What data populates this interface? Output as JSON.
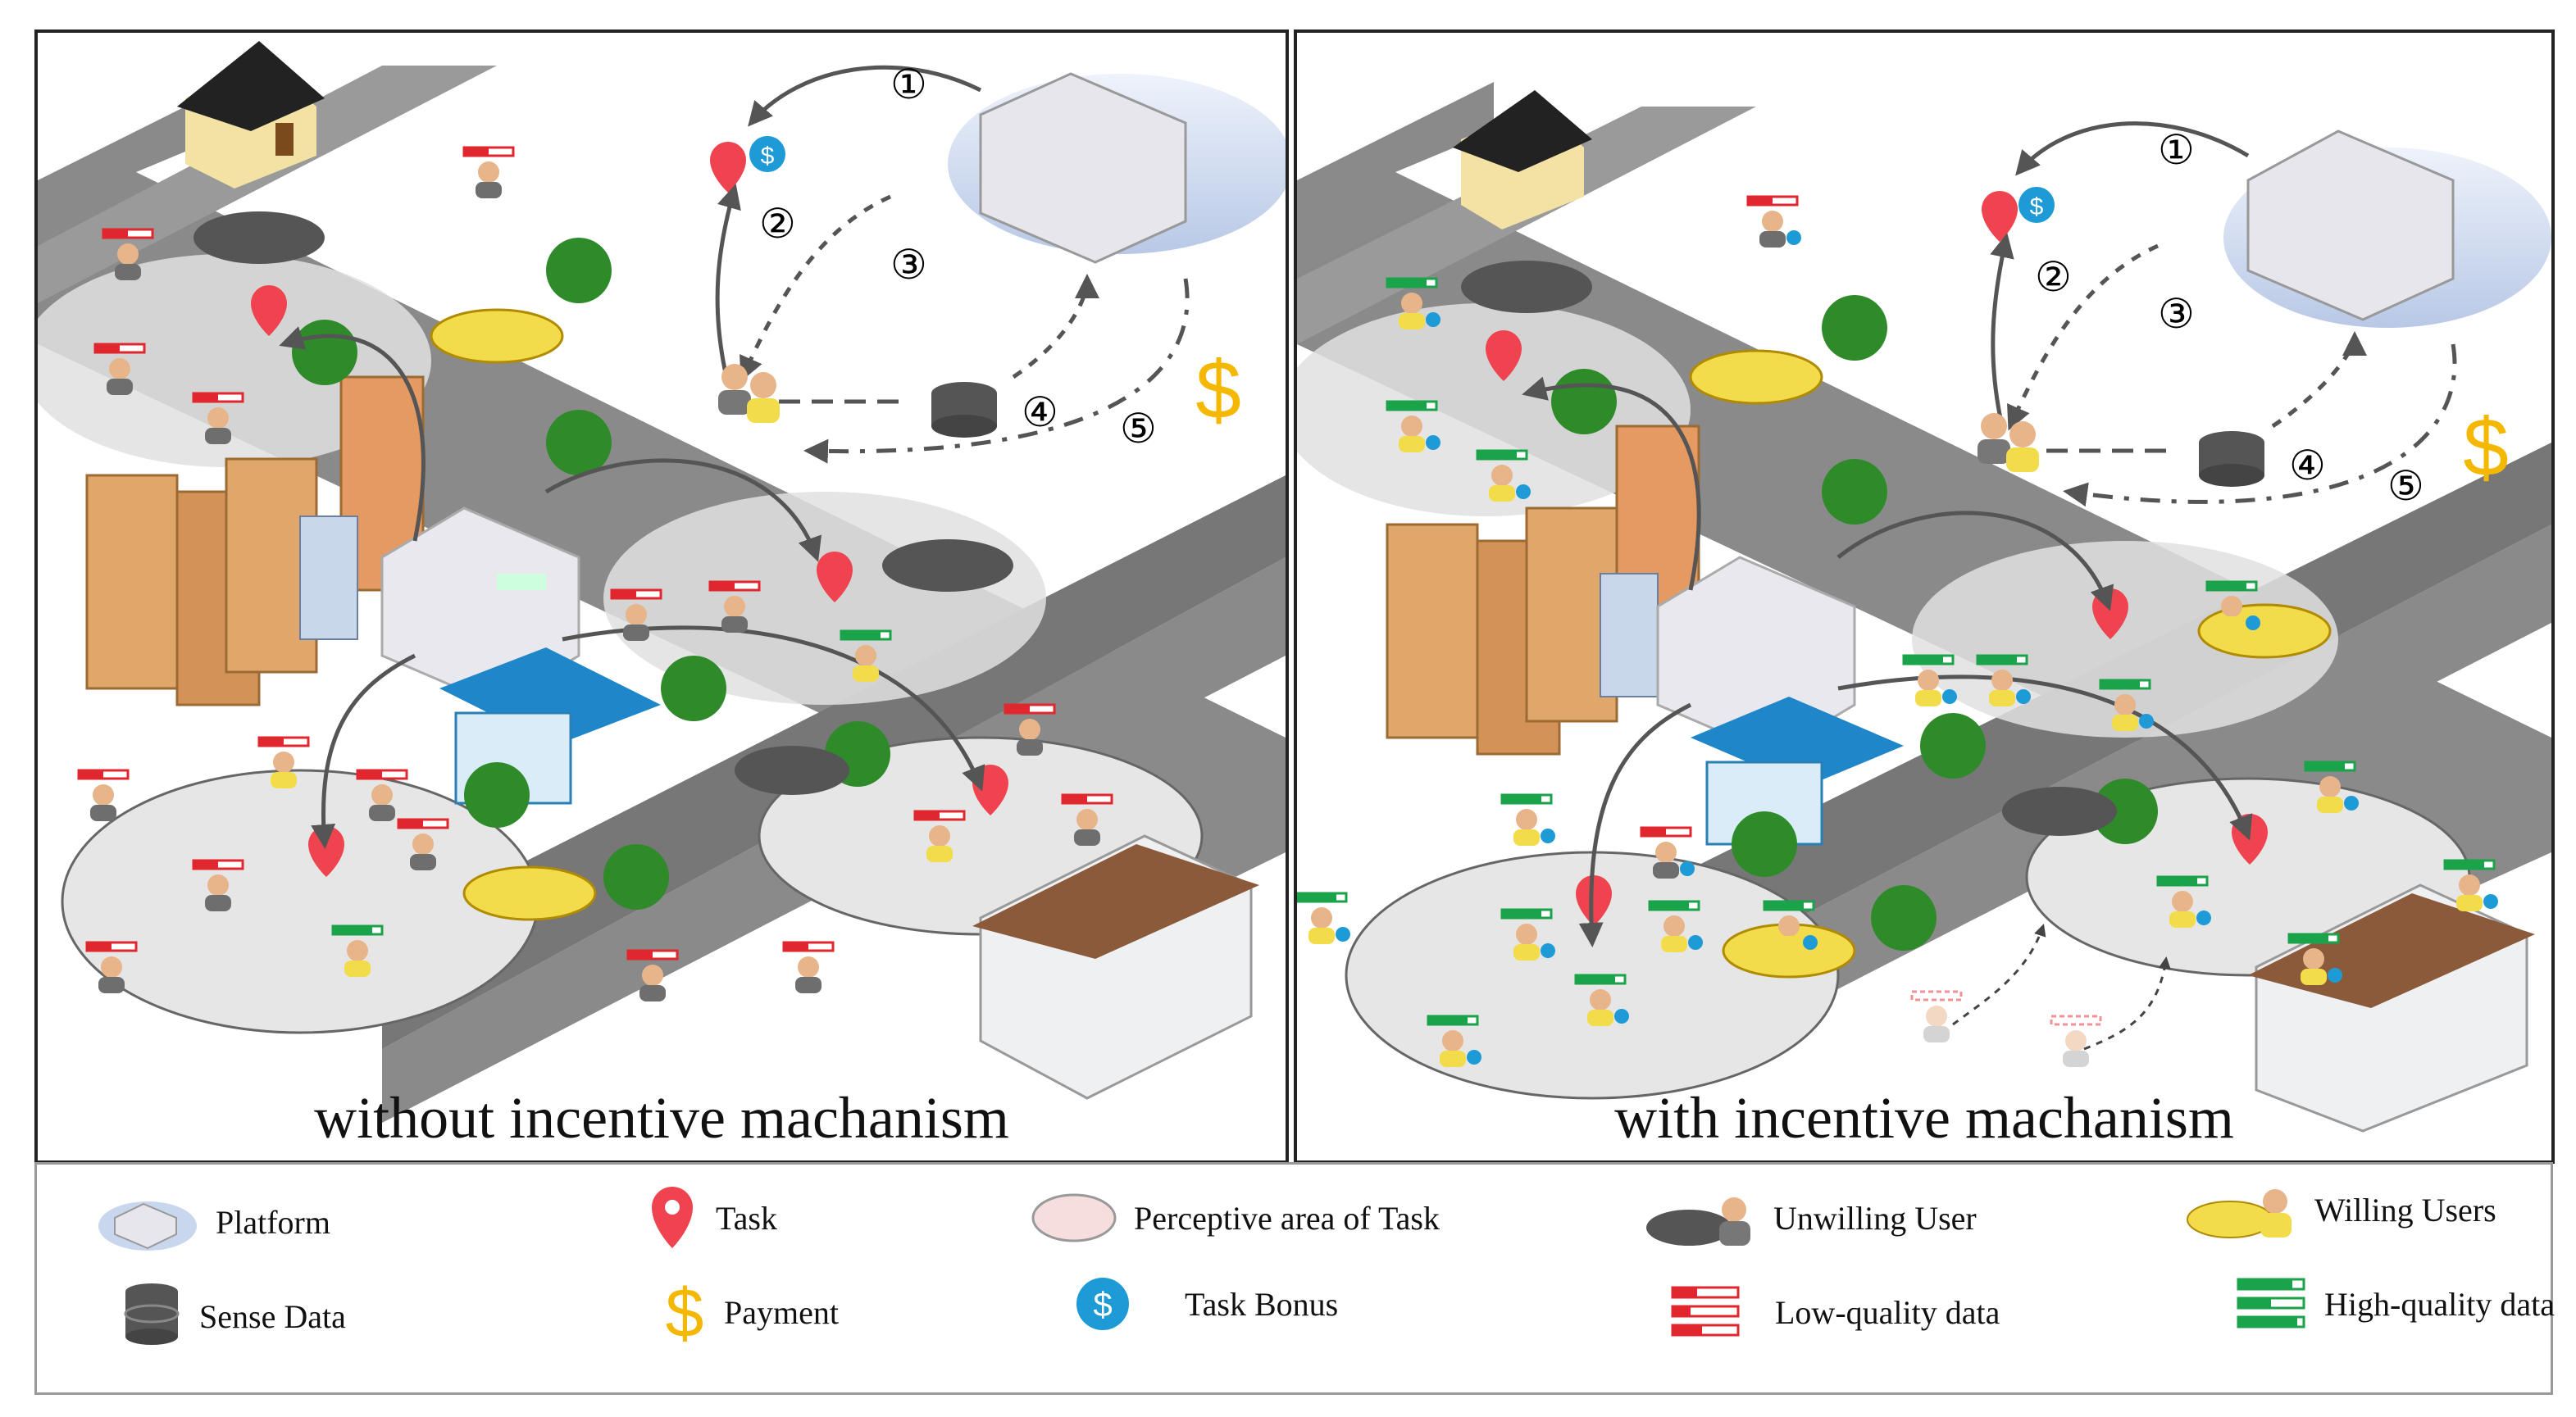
{
  "panels": {
    "left": {
      "caption": "without incentive machanism"
    },
    "right": {
      "caption": "with incentive machanism"
    }
  },
  "steps": [
    "①",
    "②",
    "③",
    "④",
    "⑤"
  ],
  "payment_symbol": "$",
  "bonus_symbol": "$",
  "legend": {
    "platform": "Platform",
    "task": "Task",
    "perceptive_area": "Perceptive area of Task",
    "unwilling_user": "Unwilling User",
    "willing_users": "Willing Users",
    "sense_data": "Sense Data",
    "payment": "Payment",
    "task_bonus": "Task Bonus",
    "low_quality": "Low-quality data",
    "high_quality": "High-quality data"
  },
  "colors": {
    "road": "#8a8a8a",
    "area": "#e4e4e4",
    "task_pin": "#ef4350",
    "bonus": "#1e9bd7",
    "payment": "#f5b800",
    "low_quality": "#e0262e",
    "high_quality": "#1aa34a",
    "unwilling_user": "#7a7a7a",
    "willing_user": "#f3dc4a"
  },
  "icons": [
    "platform-icon",
    "task-pin-icon",
    "perceptive-area-icon",
    "unwilling-user-icon",
    "willing-users-icon",
    "sense-data-icon",
    "payment-icon",
    "task-bonus-icon",
    "low-quality-data-icon",
    "high-quality-data-icon"
  ]
}
